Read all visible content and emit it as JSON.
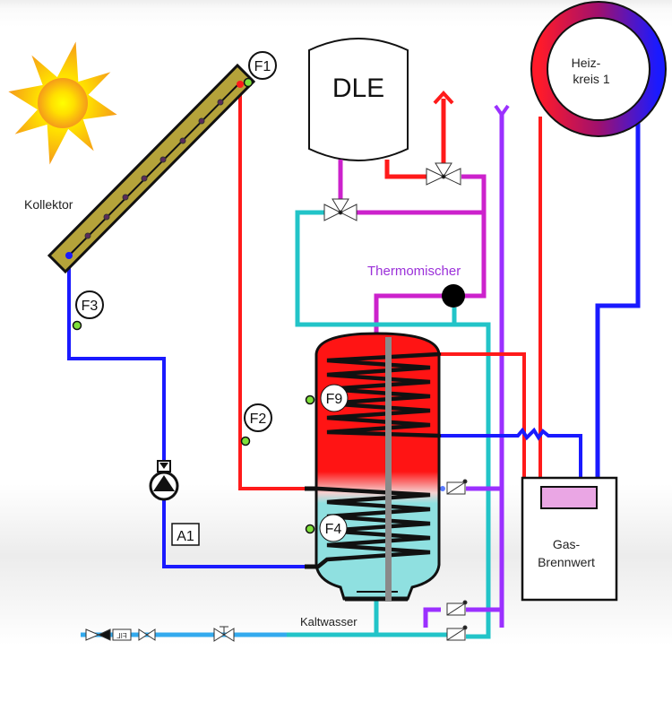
{
  "labels": {
    "collector": "Kollektor",
    "expansion_vessel": "DLE",
    "thermomixer": "Thermomischer",
    "heating_circuit_line1": "Heiz-",
    "heating_circuit_line2": "kreis 1",
    "boiler_line1": "Gas-",
    "boiler_line2": "Brennwert",
    "cold_water": "Kaltwasser",
    "pump": "A1",
    "filter": "FIL"
  },
  "sensors": [
    "F1",
    "F2",
    "F3",
    "F4",
    "F9"
  ],
  "colors": {
    "hot": "#ff1a1a",
    "cold": "#1a1aff",
    "circulation": "#cc22cc",
    "drinking_water": "#22c4c8",
    "purple_line": "#9b30ff",
    "cold_inlet": "#33aaee",
    "tank_hot": "#ff1414",
    "tank_cold": "#8fe0e0",
    "collector": "#b5a33a",
    "sensor_dot": "#7ee03a",
    "boiler_display": "#eaa6e4"
  }
}
